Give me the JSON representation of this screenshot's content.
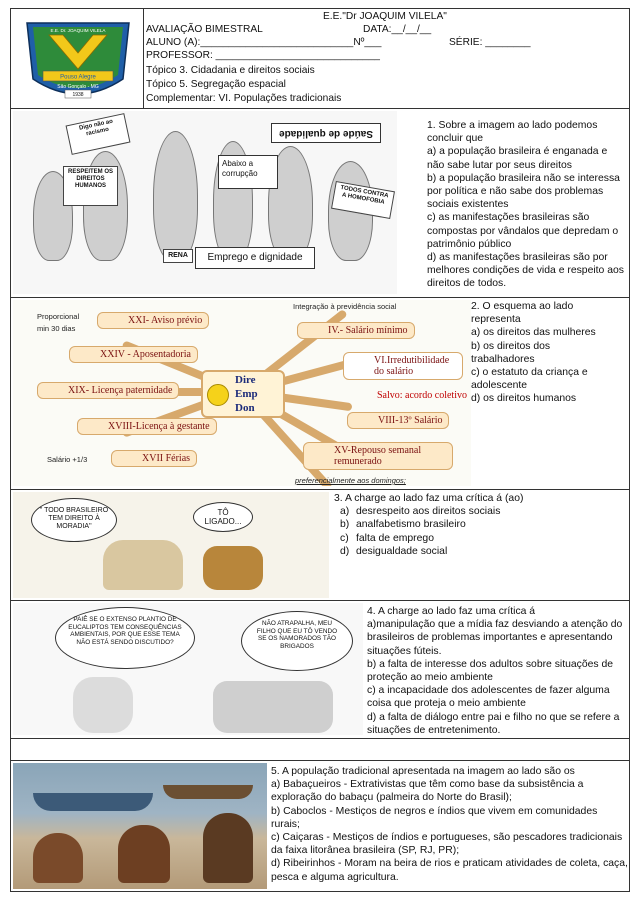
{
  "header": {
    "school": "E.E.\"Dr JOAQUIM VILELA\"",
    "exam": "AVALIAÇÃO BIMESTRAL",
    "date": "DATA:__/__/__",
    "student": "ALUNO (A):___________________________Nº___",
    "grade": "SÉRIE: ________",
    "teacher": " PROFESSOR: _____________________________",
    "topic1": "Tópico 3. Cidadania e direitos sociais",
    "topic2": "Tópico 5. Segregação espacial",
    "complement": "Complementar: VI. Populações tradicionais",
    "crest_ring_text": "E.E. Dr. JOAQUIM VILELA",
    "crest_banner": "Pouso Alegre",
    "crest_sub": "São Gonçalo - MG",
    "crest_year": "1938"
  },
  "q1": {
    "image": {
      "banner_top": "Saúde de qualidade",
      "card": "Abaixo a corrupção",
      "banner_bottom": "Emprego e dignidade",
      "sign1": "Digo não ao racismo",
      "sign2": "RESPEITEM OS DIREITOS HUMANOS",
      "sign3": "TODOS CONTRA A HOMOFOBIA",
      "sign4": "RENA"
    },
    "stem": "1. Sobre a  imagem ao lado podemos concluir que",
    "options": [
      "a) a população brasileira é enganada e não sabe lutar por seus direitos",
      "b) a população brasileira não se interessa por política e não sabe dos problemas sociais existentes",
      "c) as manifestações brasileiras são compostas por vândalos que depredam o patrimônio público",
      "d) as manifestações brasileiras são por melhores condições de vida e respeito aos direitos de todos."
    ]
  },
  "q2": {
    "map": {
      "top_label": "Integração à previdência social",
      "left_note1": "Proporcional",
      "left_note2": "min 30 dias",
      "center1": "Dire",
      "center2": "Emp",
      "center3": "Don",
      "nodes_left": [
        "XXI- Aviso prévio",
        "XXIV - Aposentadoria",
        "XIX- Licença paternidade",
        "XVIII-Licença à gestante",
        "XVII  Férias"
      ],
      "salario": "Salário +1/3",
      "nodes_right": [
        "IV.- Salário mínimo",
        "VI.Irredutibilidade do salário",
        "Salvo: acordo coletivo",
        "VIII-13º Salário",
        "XV-Repouso semanal remunerado"
      ],
      "bottom_note": "preferencialmente aos domingos;"
    },
    "stem": "2. O esquema ao lado representa",
    "options": [
      "a) os direitos das mulheres",
      "b) os direitos dos trabalhadores",
      "c) o estatuto da criança e adolescente",
      "d) os direitos humanos"
    ]
  },
  "q3": {
    "image": {
      "bubble1": "\" TODO BRASILEIRO TEM DIREITO À MORADIA\"",
      "bubble2": "TÔ LIGADO..."
    },
    "stem": "3. A charge ao lado faz uma crítica á (ao)",
    "options": [
      [
        "a)",
        "desrespeito aos direitos sociais"
      ],
      [
        "b)",
        "analfabetismo brasileiro"
      ],
      [
        "c)",
        "falta de emprego"
      ],
      [
        "d)",
        "desigualdade social"
      ]
    ]
  },
  "q4": {
    "image": {
      "bubble1": "PAIÊ SE O EXTENSO PLANTIO DE EUCALIPTOS TEM CONSEQUÊNCIAS AMBIENTAIS, POR QUE ESSE TEMA NÃO ESTÁ SENDO DISCUTIDO?",
      "bubble2": "NÃO ATRAPALHA, MEU FILHO QUE EU TÔ VENDO SE OS NAMORADOS TÃO BRIGADOS"
    },
    "stem": "4. A charge ao lado faz uma crítica á",
    "options": [
      "a)manipulação que a mídia faz desviando a atenção do brasileiros de problemas importantes e apresentando situações fúteis.",
      "b) a falta de interesse dos adultos sobre situações de proteção ao meio ambiente",
      "c) a incapacidade dos adolescentes de fazer alguma coisa que proteja o meio ambiente",
      "d) a falta de diálogo entre pai e filho no que se refere a situações de entretenimento."
    ]
  },
  "q5": {
    "stem": "5. A população tradicional apresentada na imagem ao lado são os",
    "options": [
      "a) Babaçueiros - Extrativistas que têm como base da subsistência a exploração do babaçu (palmeira do Norte do Brasil);",
      "b) Caboclos - Mestiços de negros e índios que vivem em comunidades rurais;",
      "c) Caiçaras - Mestiços de índios e portugueses, são pescadores tradicionais da faixa litorânea brasileira (SP, RJ, PR);",
      "d) Ribeirinhos - Moram na beira de rios e praticam atividades de coleta, caça, pesca e alguma agricultura."
    ]
  },
  "colors": {
    "mindmap_branch": "#d7a96c",
    "mindmap_text": "#7a1010",
    "node_fill": "#fde9c8",
    "crest_blue": "#1f5fa8",
    "crest_green": "#2e8b3a",
    "crest_yellow": "#f2c81a"
  }
}
